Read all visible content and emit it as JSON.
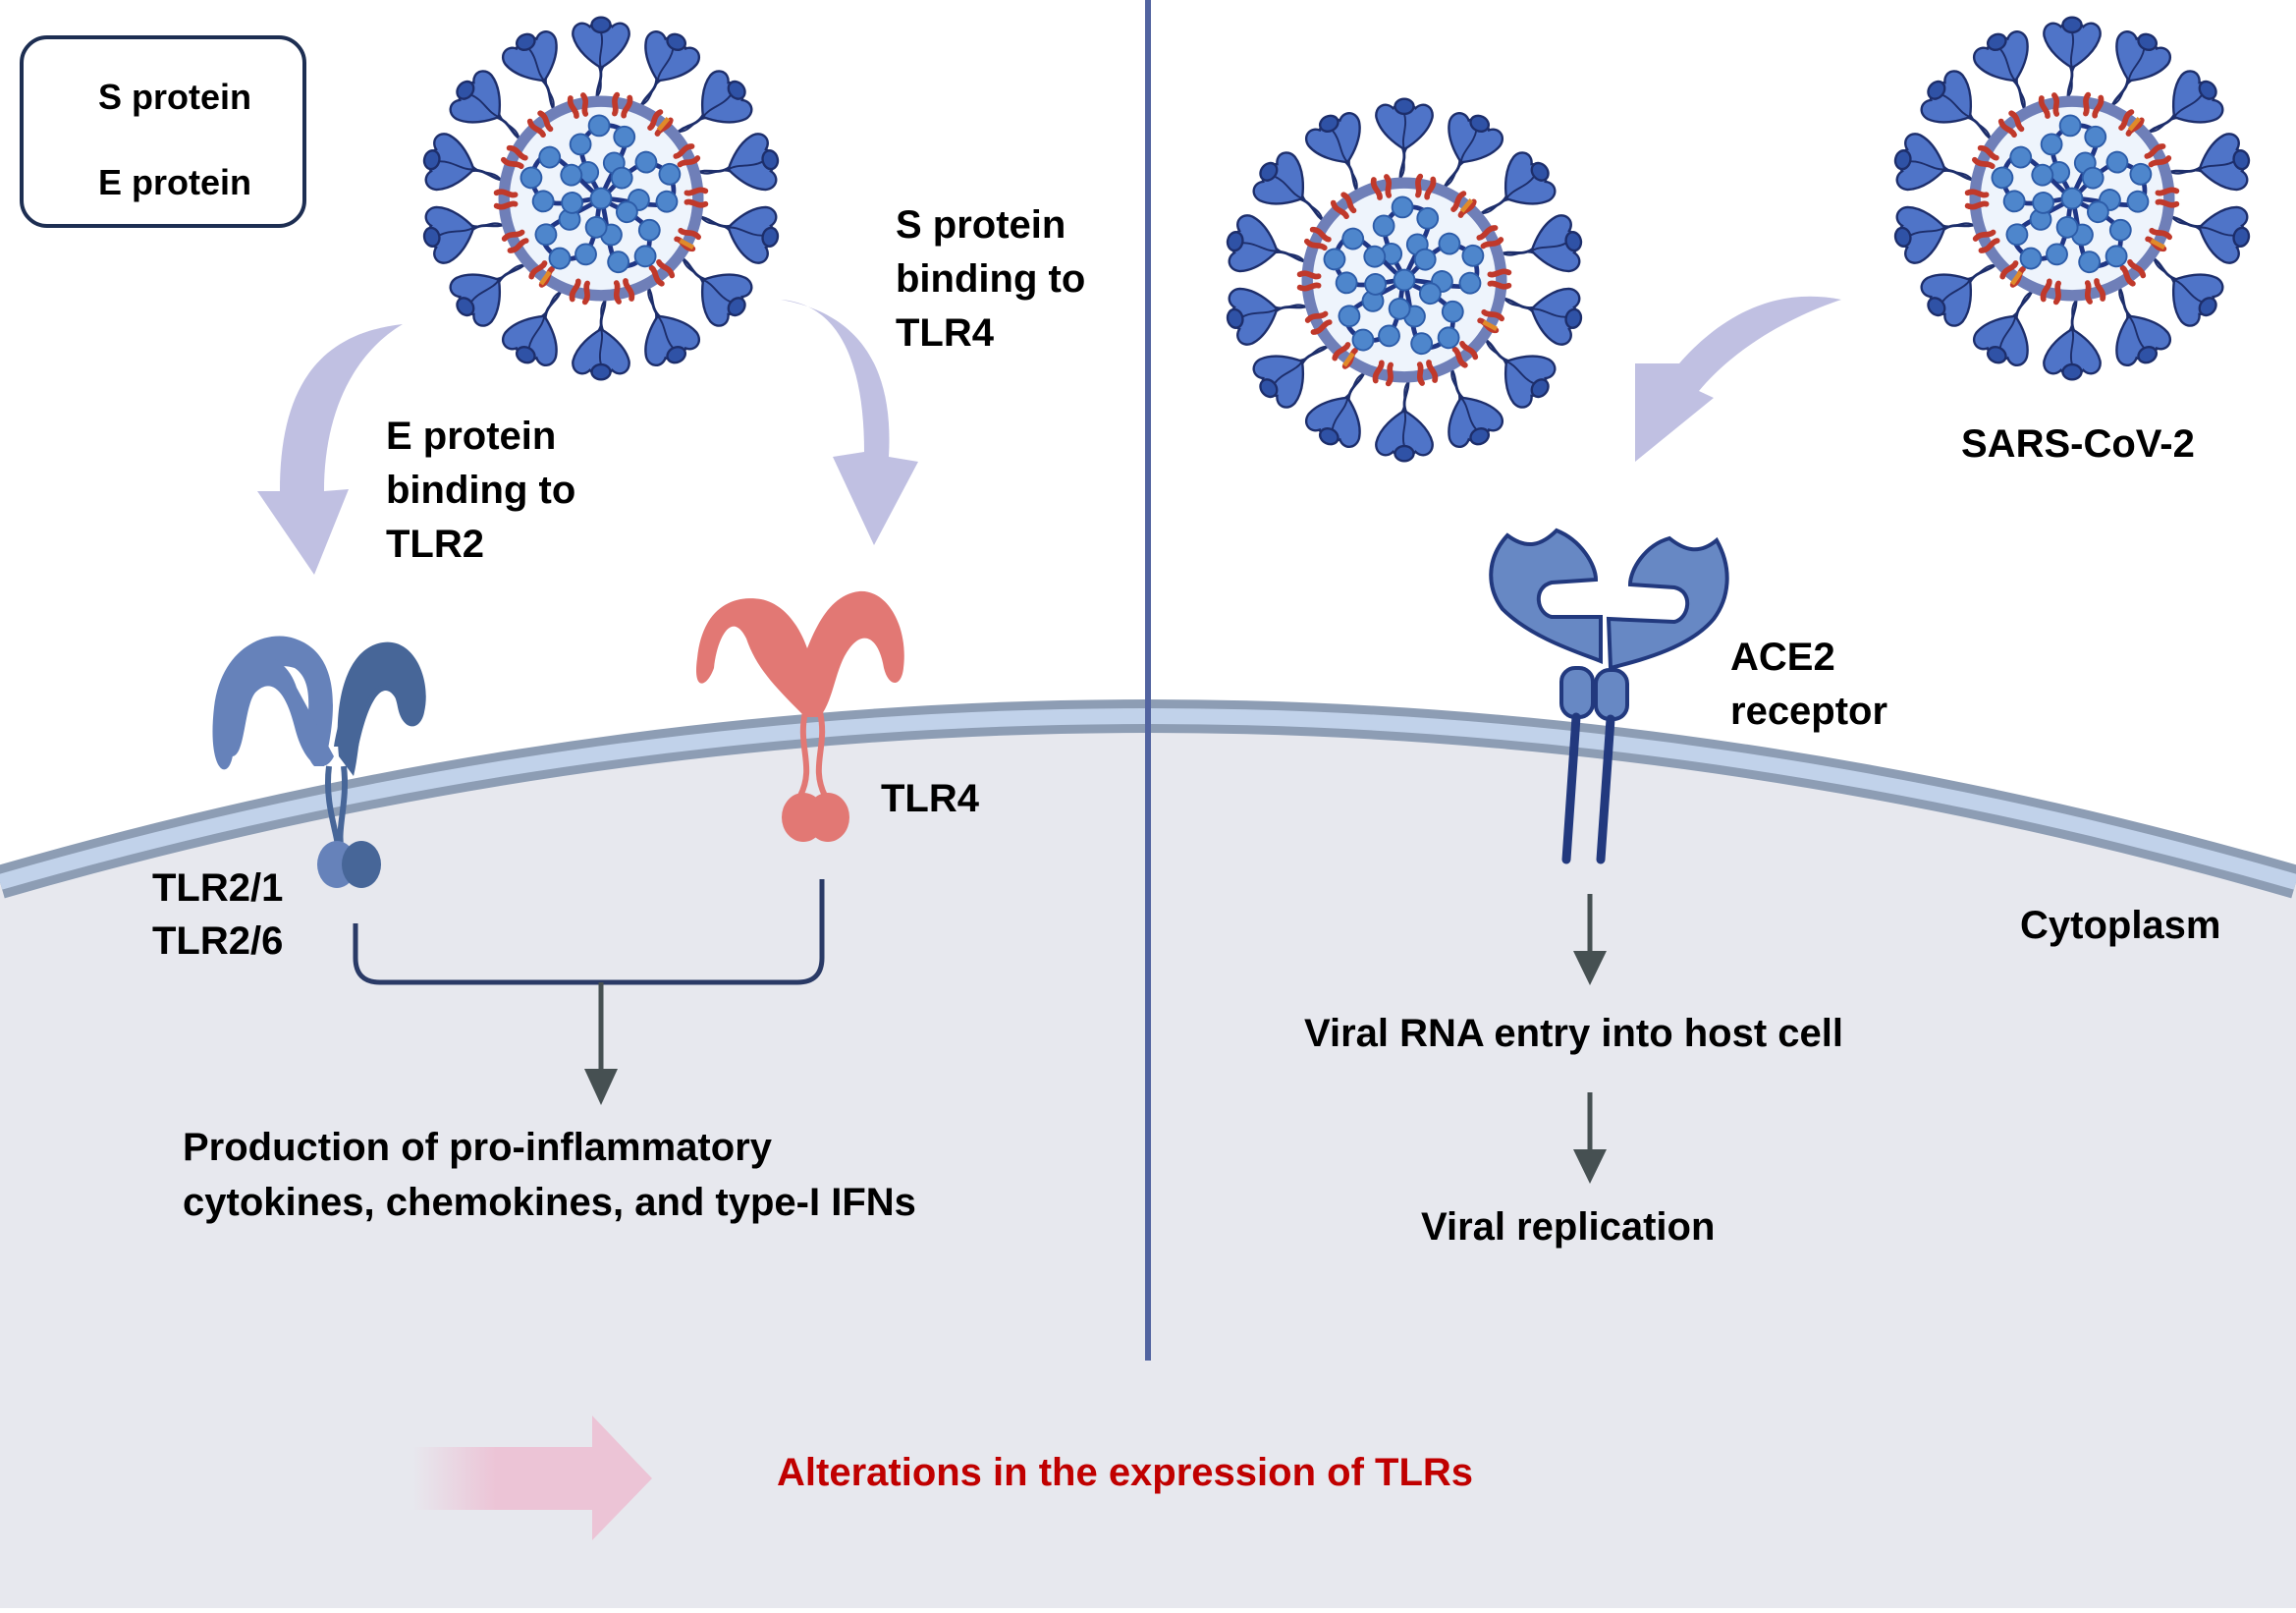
{
  "colors": {
    "spike_light": "#4f74c8",
    "spike_dark": "#2f52a6",
    "spike_outline": "#1d2e6b",
    "envelope_ring": "#6f7fb8",
    "virion_interior": "#eef4fc",
    "rna_strand": "#1f3685",
    "rna_bead": "#4e86cc",
    "e_protein_red": "#c0392b",
    "m_protein_orange": "#e08a2a",
    "tlr2_light": "#6682ba",
    "tlr2_dark": "#476698",
    "tlr4": "#e27874",
    "ace2_fill": "#6788c4",
    "ace2_outline": "#22397e",
    "membrane_outer": "#8d9db4",
    "membrane_inner": "#c1d2ea",
    "cytoplasm": "#e7e8ee",
    "curved_arrow": "#c0c0e2",
    "flow_arrow": "#465052",
    "bracket": "#2a3a66",
    "divider": "#5264a0",
    "bottom_arrow": "#ecc4d6",
    "bottom_text": "#c00000",
    "legend_border": "#1d2e52",
    "e_legend_fill": "#8b2a6e"
  },
  "legend": {
    "items": [
      {
        "icon": "s-protein-spike-icon",
        "label": "S protein"
      },
      {
        "icon": "e-protein-bar-icon",
        "label": "E protein"
      }
    ]
  },
  "left_panel": {
    "virus_icon": "sars-cov-2-virion-icon",
    "s_binding_label": "S protein\nbinding to\nTLR4",
    "e_binding_label": "E protein\nbinding to\nTLR2",
    "tlr2_label": "TLR2/1\nTLR2/6",
    "tlr4_label": "TLR4",
    "outcome_label": "Production of pro-inflammatory\ncytokines, chemokines, and type-I IFNs"
  },
  "right_panel": {
    "virus_label": "SARS-CoV-2",
    "receptor_label": "ACE2\nreceptor",
    "compartment_label": "Cytoplasm",
    "step1_label": "Viral RNA entry into host cell",
    "step2_label": "Viral replication"
  },
  "bottom": {
    "conclusion_label": "Alterations in the expression of TLRs"
  }
}
